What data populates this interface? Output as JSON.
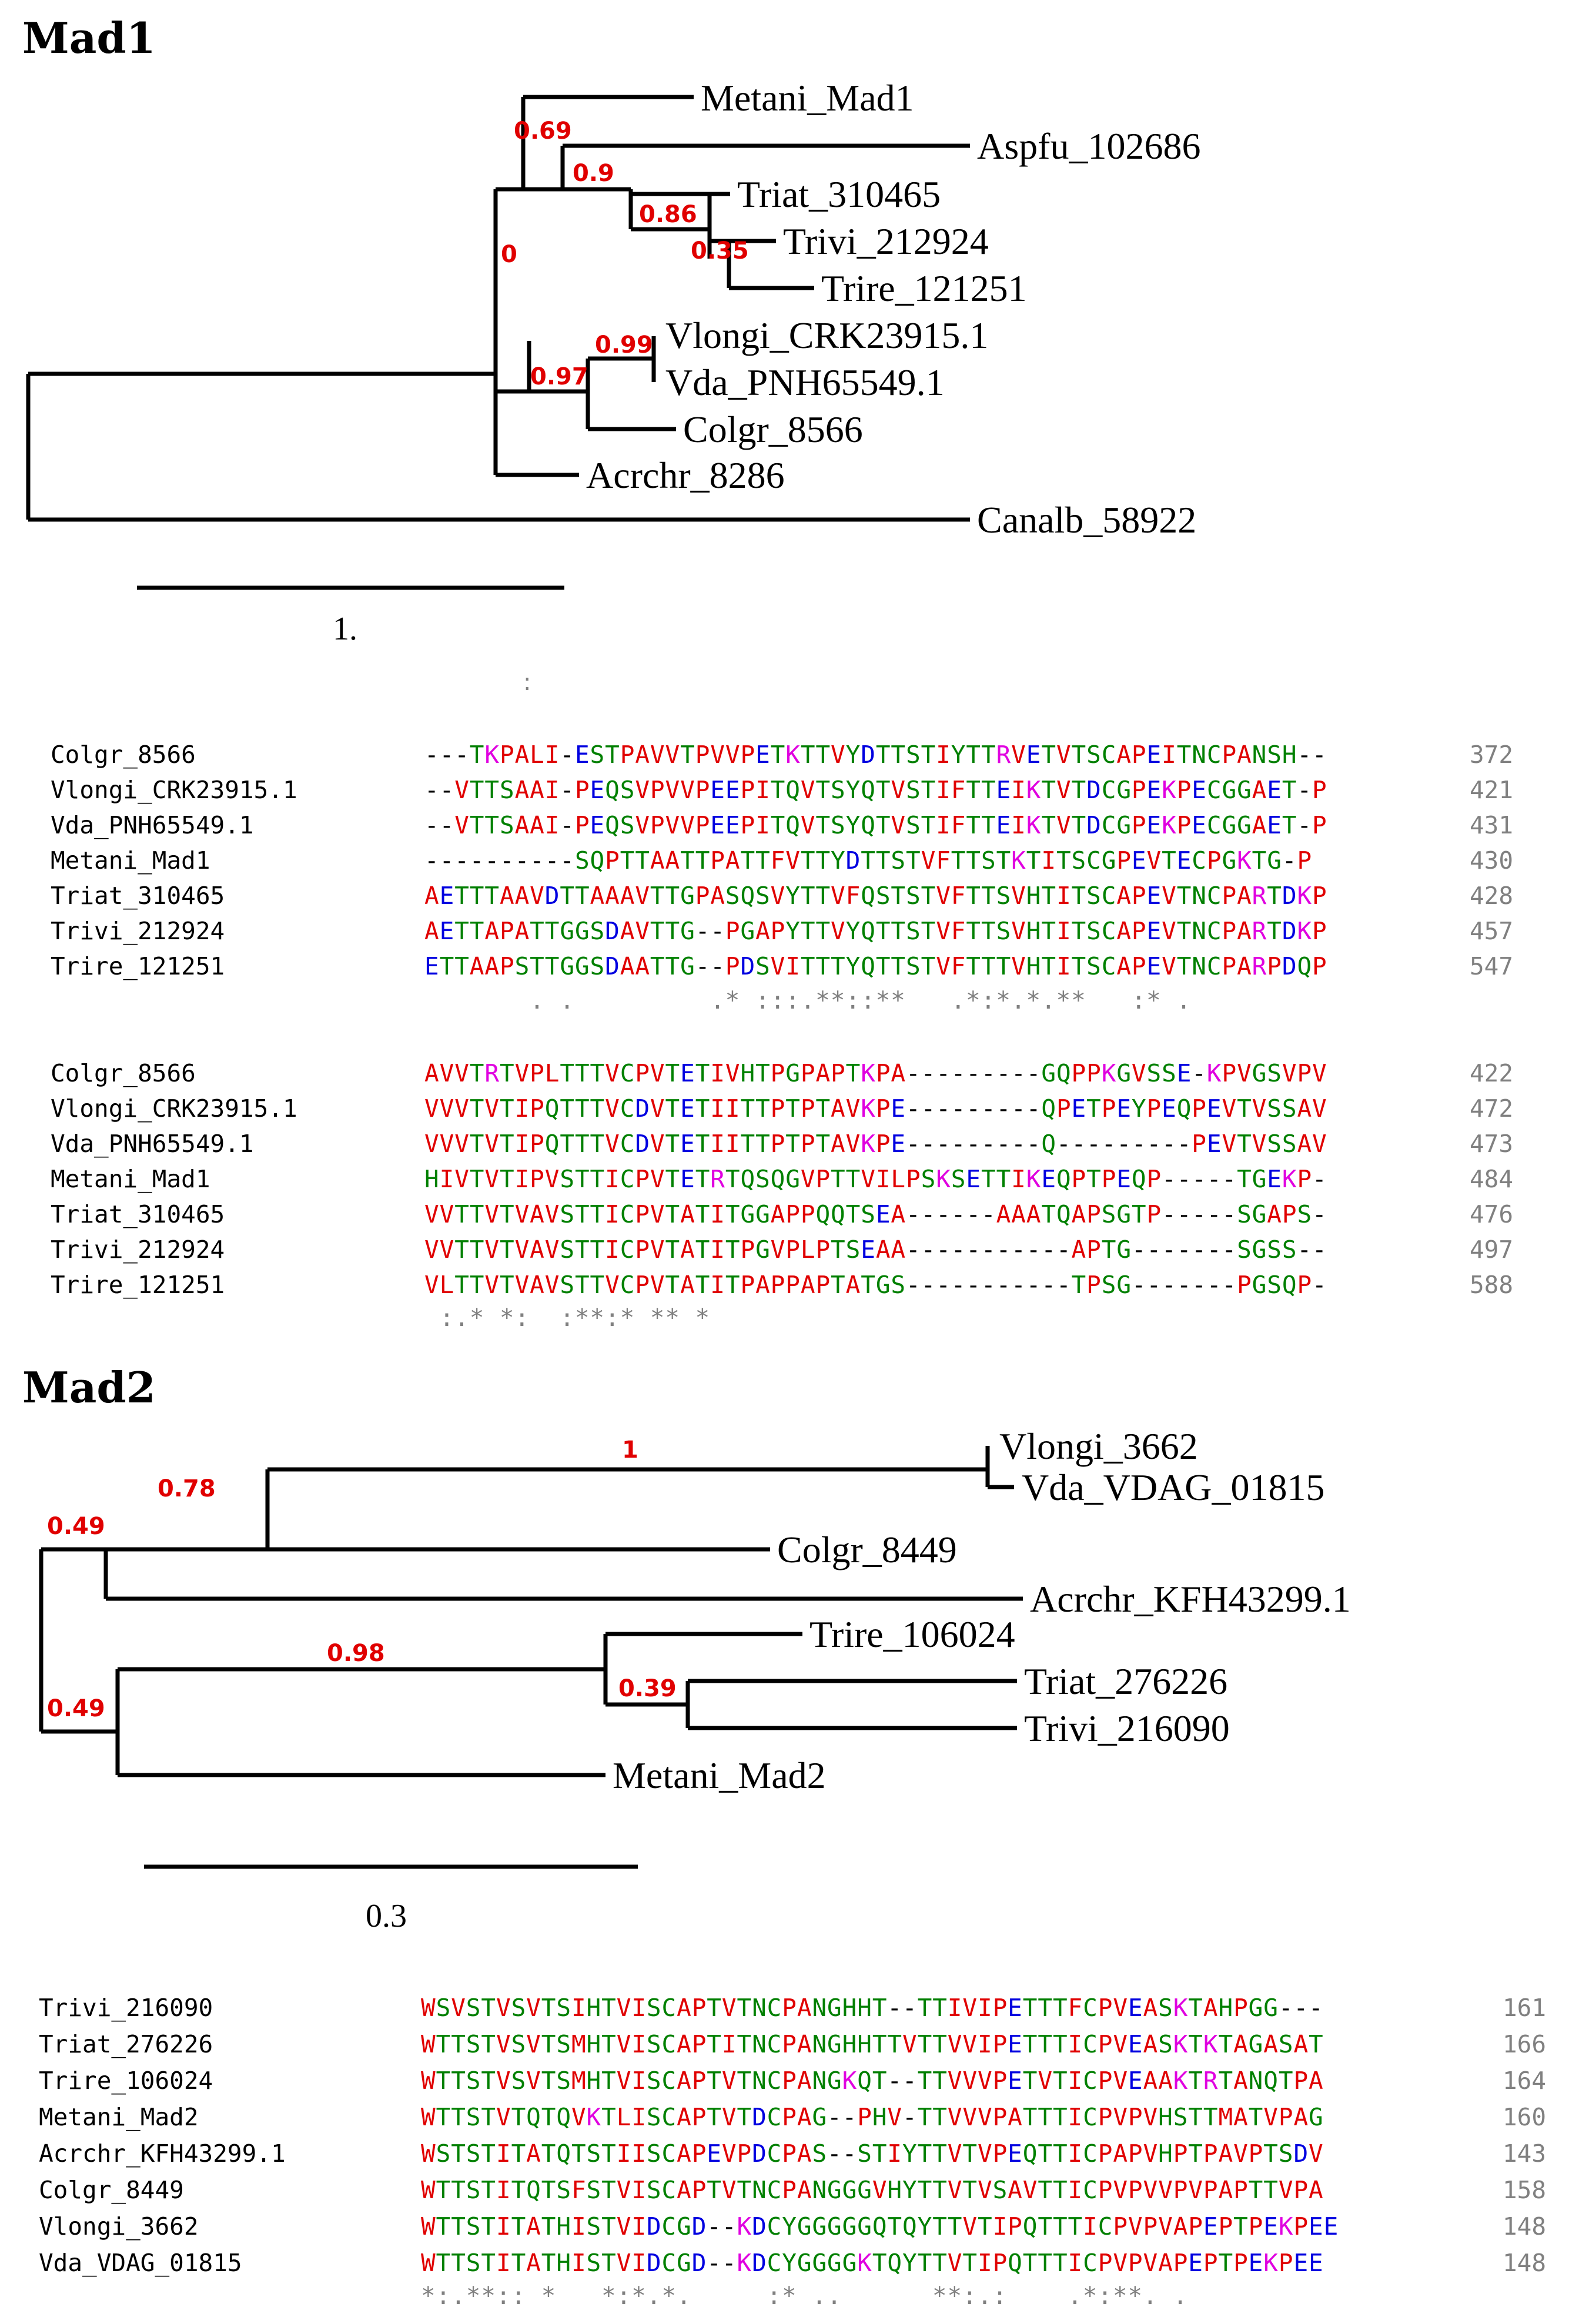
{
  "section1": {
    "title": "Mad1",
    "tree": {
      "leaves": [
        "Metani_Mad1",
        "Aspfu_102686",
        "Triat_310465",
        "Trivi_212924",
        "Trire_121251",
        "Vlongi_CRK23915.1",
        "Vda_PNH65549.1",
        "Colgr_8566",
        "Acrchr_8286",
        "Canalb_58922"
      ],
      "supports": [
        "0.69",
        "0.9",
        "0.86",
        "0.35",
        "0",
        "0.99",
        "0.97"
      ],
      "scale_label": "1."
    },
    "stray_mark": ":",
    "alignment_blocks": [
      {
        "rows": [
          {
            "name": "Colgr_8566",
            "seq": "---TKPALI-ESTPAVVTPVVPETKTTVYDTTSTIYTTRVETVTSCAPEITNCPANSH--",
            "num": "372"
          },
          {
            "name": "Vlongi_CRK23915.1",
            "seq": "--VTTSAAI-PEQSVPVVPEEPITQVTSYQTVSTIFTTEIKTVTDCGPEKPECGGAET-P",
            "num": "421"
          },
          {
            "name": "Vda_PNH65549.1",
            "seq": "--VTTSAAI-PEQSVPVVPEEPITQVTSYQTVSTIFTTEIKTVTDCGPEKPECGGAET-P",
            "num": "431"
          },
          {
            "name": "Metani_Mad1",
            "seq": "----------SQPTTAATTPATTFVTTYDTTSTVFTTSTKTITSCGPEVTECPGKTG-P",
            "num": "430"
          },
          {
            "name": "Triat_310465",
            "seq": "AETTTAAVDTTAAAVTTGPASQSVYTTVFQSTSTVFTTSVHTITSCAPEVTNCPARTDKP",
            "num": "428"
          },
          {
            "name": "Trivi_212924",
            "seq": "AETTAPATTGGSDAVTTG--PGAPYTTVYQTTSTVFTTSVHTITSCAPEVTNCPARTDKP",
            "num": "457"
          },
          {
            "name": "Trire_121251",
            "seq": "ETTAAPSTTGGSDAATTG--PDSVITTTYQTTSTVFTTTVHTITSCAPEVTNCPARPDQP",
            "num": "547"
          }
        ],
        "consensus": "       . .         .* :::.**::**   .*:*.*.**   :* ."
      },
      {
        "rows": [
          {
            "name": "Colgr_8566",
            "seq": "AVVTRTVPLTTTVCPVTETIVHTPGPAPTKPA---------GQPPKGVSSE-KPVGSVPV",
            "num": "422"
          },
          {
            "name": "Vlongi_CRK23915.1",
            "seq": "VVVTVTIPQTTTVCDVTETIITTPTPTAVKPE---------QPETPEYPEQPEVTVSSAV",
            "num": "472"
          },
          {
            "name": "Vda_PNH65549.1",
            "seq": "VVVTVTIPQTTTVCDVTETIITTPTPTAVKPE---------Q---------PEVTVSSAV",
            "num": "473"
          },
          {
            "name": "Metani_Mad1",
            "seq": "HIVTVTIPVSTTICPVTETRTQSQGVPTTVILPSKSETTIKEQPTPEQP-----TGEKP-",
            "num": "484"
          },
          {
            "name": "Triat_310465",
            "seq": "VVTTVTVAVSTTICPVTATITGGAPPQQTSEA------AAATQAPSGTP-----SGAPS-",
            "num": "476"
          },
          {
            "name": "Trivi_212924",
            "seq": "VVTTVTVAVSTTICPVTATITPGVPLPTSEAA-----------APTG-------SGSS--",
            "num": "497"
          },
          {
            "name": "Trire_121251",
            "seq": "VLTTVTVAVSTTVCPVTATITPAPPAPTATGS-----------TPSG-------PGSQP-",
            "num": "588"
          }
        ],
        "consensus": " :.* *:  :**:* ** *"
      }
    ]
  },
  "section2": {
    "title": "Mad2",
    "tree": {
      "leaves": [
        "Vlongi_3662",
        "Vda_VDAG_01815",
        "Colgr_8449",
        "Acrchr_KFH43299.1",
        "Trire_106024",
        "Triat_276226",
        "Trivi_216090",
        "Metani_Mad2"
      ],
      "supports": [
        "1",
        "0.78",
        "0.49",
        "0.98",
        "0.39",
        "0.49"
      ],
      "scale_label": "0.3"
    },
    "alignment": {
      "rows": [
        {
          "name": "Trivi_216090",
          "seq": "WSVSTVSVTSIHTVISCAPTVTNCPANGHHT--TTIVIPETTTFCPVEASKTAHPGG---",
          "num": "161"
        },
        {
          "name": "Triat_276226",
          "seq": "WTTSTVSVTSMHTVISCAPTITNCPANGHHTTVTTVVIPETTTICPVEASKTKTAGASAT",
          "num": "166"
        },
        {
          "name": "Trire_106024",
          "seq": "WTTSTVSVTSMHTVISCAPTVTNCPANGKQT--TTVVVPETVTICPVEAAKTRTANQTPA",
          "num": "164"
        },
        {
          "name": "Metani_Mad2",
          "seq": "WTTSTVTQTQVKTLISCAPTVTDCPAG--PHV-TTVVVPATTTICPVPVHSTTMATVPAG",
          "num": "160"
        },
        {
          "name": "Acrchr_KFH43299.1",
          "seq": "WSTSTITATQTSTIISCAPEVPDCPAS--STIYTTVTVPEQTTICPAPVHPTPAVPTSDV",
          "num": "143"
        },
        {
          "name": "Colgr_8449",
          "seq": "WTTSTITQTSFSTVISCAPTVTNCPANGGGVHYTTVTVSAVTTICPVPVVPVPAPTTVPA",
          "num": "158"
        },
        {
          "name": "Vlongi_3662",
          "seq": "WTTSTITATHISTVIDCGD--KDCYGGGGGQTQYTTVTIPQTTTICPVPVAPEPTPEKPEE",
          "num": "148"
        },
        {
          "name": "Vda_VDAG_01815",
          "seq": "WTTSTITATHISTVIDCGD--KDCYGGGGKTQYTTVTIPQTTTICPVPVAPEPTPEKPEE",
          "num": "148"
        }
      ],
      "consensus": "*:.**:: *   *:*.*.     :* ..      **:.:    .*:**. ."
    }
  }
}
